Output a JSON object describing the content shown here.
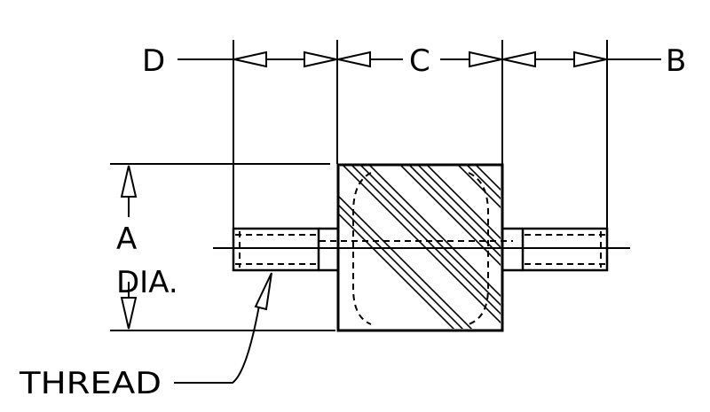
{
  "labels": {
    "d": "D",
    "c": "C",
    "b": "B",
    "a": "A",
    "dia": "DIA.",
    "thread": "THREAD"
  },
  "colors": {
    "ink": "#000000",
    "paper": "#ffffff"
  }
}
